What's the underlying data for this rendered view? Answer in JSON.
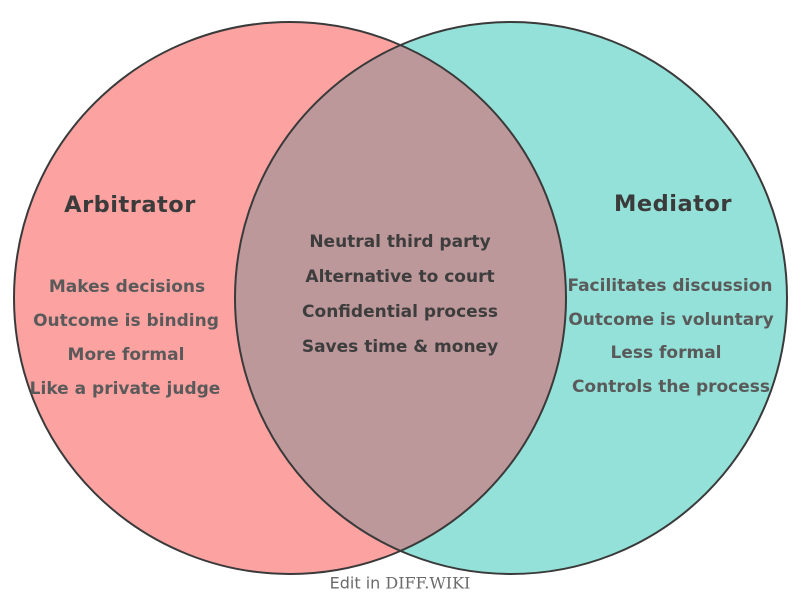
{
  "venn": {
    "left": {
      "title": "Arbitrator",
      "items": [
        "Makes decisions",
        "Outcome is binding",
        "More formal",
        "Like a private judge"
      ],
      "fill_color": "#FCA3A2"
    },
    "right": {
      "title": "Mediator",
      "items": [
        "Facilitates discussion",
        "Outcome is voluntary",
        "Less formal",
        "Controls the process"
      ],
      "fill_color": "#93E1D8"
    },
    "overlap": {
      "items": [
        "Neutral third party",
        "Alternative to court",
        "Confidential process",
        "Saves time & money"
      ],
      "fill_color": "#BD989A"
    },
    "outline_color": "#3A3A3A",
    "title_text_color": "#3B3B3B",
    "item_text_color": "#5A5A5A",
    "overlap_text_color": "#3D3D3D"
  },
  "footer": {
    "prefix": "Edit in ",
    "brand": "DIFF.WIKI",
    "text_color": "#6B6B6B"
  }
}
